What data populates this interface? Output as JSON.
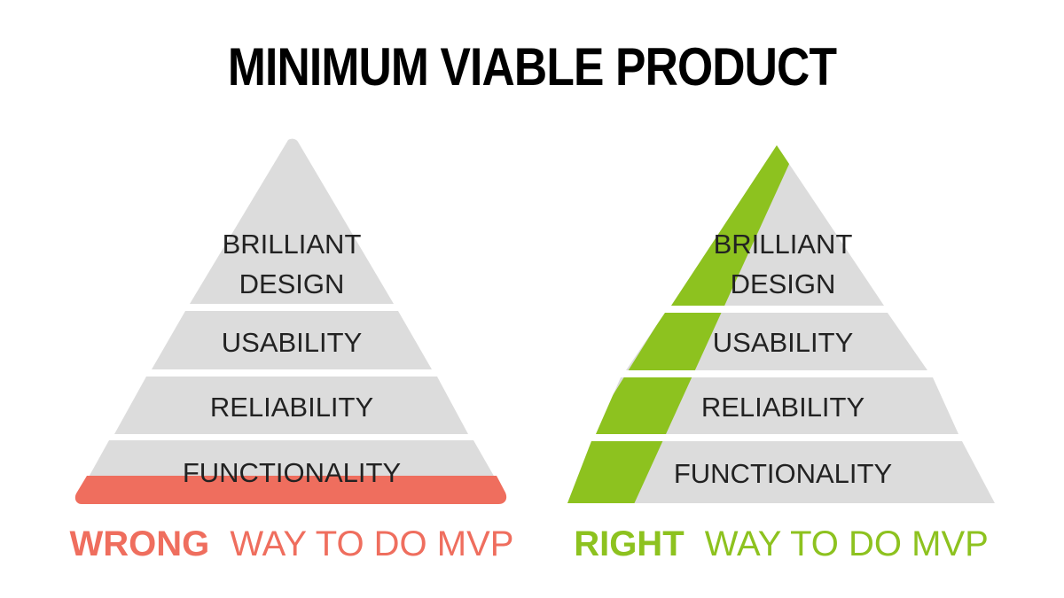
{
  "title": "MINIMUM VIABLE PRODUCT",
  "colors": {
    "layer_fill": "#dcdcdc",
    "text": "#222222",
    "wrong_accent": "#ef6e5e",
    "right_accent": "#8dc21f"
  },
  "pyramids": {
    "wrong": {
      "layers": {
        "top_line1": "BRILLIANT",
        "top_line2": "DESIGN",
        "second": "USABILITY",
        "third": "RELIABILITY",
        "base": "FUNCTIONALITY"
      },
      "caption_strong": "WRONG",
      "caption_rest": "WAY TO DO MVP"
    },
    "right": {
      "layers": {
        "top_line1": "BRILLIANT",
        "top_line2": "DESIGN",
        "second": "USABILITY",
        "third": "RELIABILITY",
        "base": "FUNCTIONALITY"
      },
      "caption_strong": "RIGHT",
      "caption_rest": "WAY TO DO MVP"
    }
  }
}
